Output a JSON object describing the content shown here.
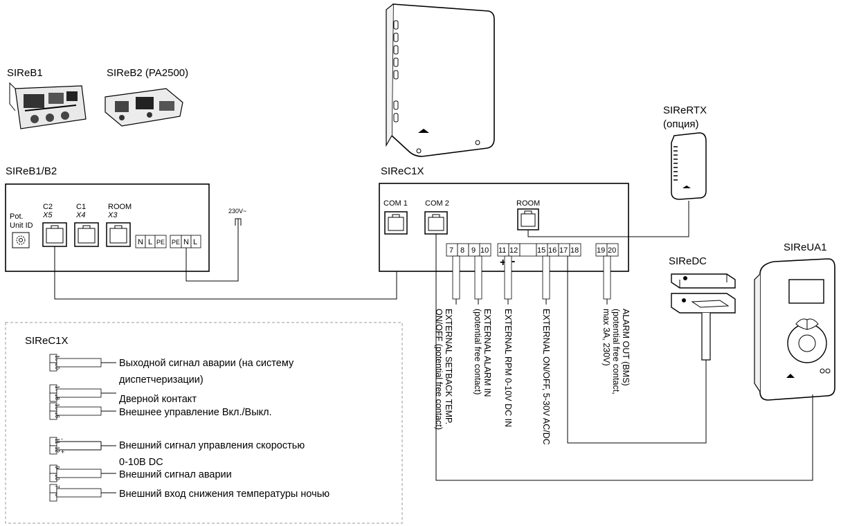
{
  "devices": {
    "sireb1": "SIReB1",
    "sireb2": "SIReB2 (PA2500)",
    "sirec1x": "SIReC1X",
    "sirertx": "SIReRTX",
    "sirertx_option": "(опция)",
    "siredc": "SIReDC",
    "sireua1": "SIReUA1"
  },
  "board": {
    "title": "SIReB1/B2",
    "pot_line1": "Pot.",
    "pot_line2": "Unit ID",
    "c2": "C2",
    "c2_sub": "X5",
    "c1": "C1",
    "c1_sub": "X4",
    "room": "ROOM",
    "room_sub": "X3",
    "term1": [
      "N",
      "L",
      "PE"
    ],
    "term2": [
      "PE",
      "N",
      "L"
    ],
    "voltage": "230V~"
  },
  "controller": {
    "com1": "COM 1",
    "com2": "COM 2",
    "room": "ROOM",
    "terminals": [
      "7",
      "8",
      "9",
      "10",
      "11",
      "12",
      "15",
      "16",
      "17",
      "18",
      "19",
      "20"
    ],
    "plus": "+",
    "minus": "-",
    "signals": [
      "EXTERNAL SETBACK TEMP.",
      "ON/OFF (potential free contact)",
      "EXTERNAL ALARM IN",
      "(potential free contact)",
      "EXTERNAL RPM 0-10V DC IN",
      "EXTERNAL ON/OFF, 5-30V AC/DC",
      "ALARM OUT (BMS)",
      "(potential free contact,",
      "max 3A, 230V)"
    ]
  },
  "legend": {
    "title": "SIReC1X",
    "items": [
      "Выходной сигнал аварии (на систему",
      "диспетчеризации)",
      "Дверной контакт",
      "Внешнее управление Вкл./Выкл.",
      "Внешний сигнал управления скоростью",
      "0-10В DC",
      "Внешний сигнал аварии",
      "Внешний вход снижения температуры ночью"
    ],
    "terminals": [
      "19",
      "20",
      "17",
      "18",
      "15",
      "16",
      "11",
      "12",
      "9",
      "10",
      "7",
      "8"
    ],
    "plus": "+",
    "minus": "-"
  }
}
